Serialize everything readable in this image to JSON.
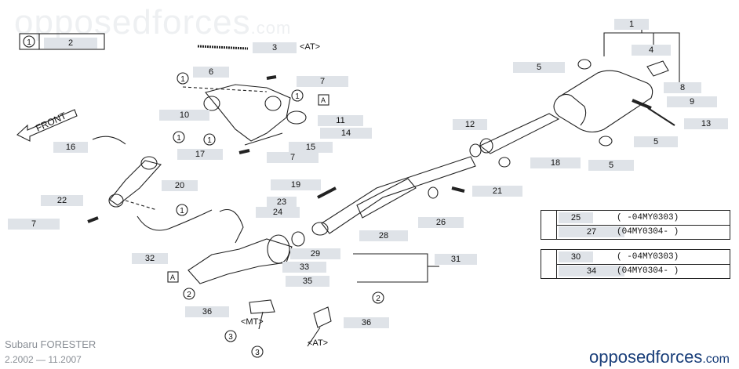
{
  "watermark": {
    "text": "opposedforces",
    "suffix": ".com"
  },
  "footer": {
    "model": "Subaru FORESTER",
    "years": "2.2002 — 11.2007"
  },
  "brand": {
    "main": "opposedforces",
    "domain": ".com"
  },
  "direction": {
    "label": "FRONT"
  },
  "legend_top": {
    "marker": "1",
    "ref": "2"
  },
  "marker_a": "A",
  "variants": {
    "at": "<AT>",
    "mt": "<MT>"
  },
  "legend_2": {
    "marker": "2",
    "rows": [
      {
        "ref": "25",
        "code": "(        -04MY0303)"
      },
      {
        "ref": "27",
        "code": "(04MY0304-        )"
      }
    ]
  },
  "legend_3": {
    "marker": "3",
    "rows": [
      {
        "ref": "30",
        "code": "(        -04MY0303)"
      },
      {
        "ref": "34",
        "code": "(04MY0304-        )"
      }
    ]
  },
  "circled": {
    "one": "1",
    "two": "2",
    "three": "3"
  },
  "callouts": {
    "c1": "1",
    "c3": "3",
    "c4": "4",
    "c5a": "5",
    "c5b": "5",
    "c5c": "5",
    "c6": "6",
    "c7a": "7",
    "c7b": "7",
    "c7c": "7",
    "c8": "8",
    "c9": "9",
    "c10": "10",
    "c11": "11",
    "c12": "12",
    "c13": "13",
    "c14": "14",
    "c15": "15",
    "c16": "16",
    "c17": "17",
    "c18": "18",
    "c19": "19",
    "c20": "20",
    "c21": "21",
    "c22": "22",
    "c23": "23",
    "c24": "24",
    "c26": "26",
    "c28": "28",
    "c29": "29",
    "c31": "31",
    "c32": "32",
    "c33": "33",
    "c35": "35",
    "c36a": "36",
    "c36b": "36"
  }
}
